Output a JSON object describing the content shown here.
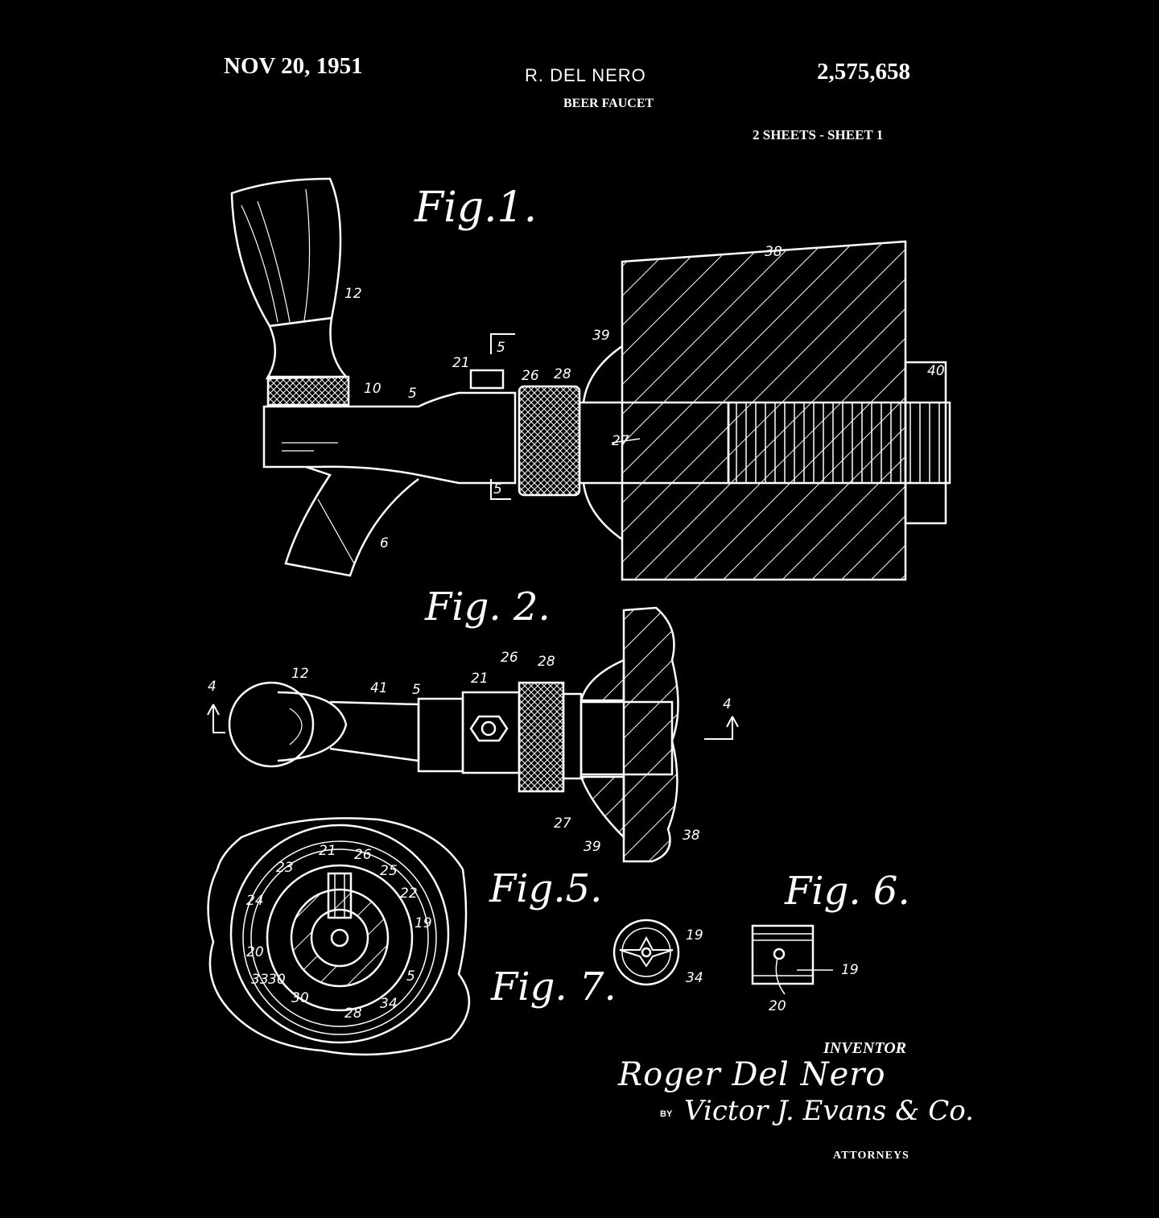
{
  "header": {
    "date": "NOV 20, 1951",
    "inventor_name": "R. DEL NERO",
    "title": "BEER FAUCET",
    "patent_number": "2,575,658",
    "sheets": "2 SHEETS - SHEET 1"
  },
  "figures": {
    "fig1": "Fig.1.",
    "fig2": "Fig. 2.",
    "fig5": "Fig.5.",
    "fig6": "Fig. 6.",
    "fig7": "Fig. 7."
  },
  "fig1_labels": {
    "l12": "12",
    "l10": "10",
    "l5": "5",
    "l21": "21",
    "l26": "26",
    "l28": "28",
    "l39": "39",
    "l38": "38",
    "l40": "40",
    "l27": "27",
    "l6": "6",
    "s5a": "5",
    "s5b": "5"
  },
  "fig2_labels": {
    "l4a": "4",
    "l12": "12",
    "l41": "41",
    "l5": "5",
    "l21": "21",
    "l26": "26",
    "l28": "28",
    "l4b": "4",
    "l27": "27",
    "l39": "39",
    "l38": "38"
  },
  "fig5_labels": {
    "l21": "21",
    "l26": "26",
    "l23": "23",
    "l25": "25",
    "l24": "24",
    "l22": "22",
    "l19": "19",
    "l20": "20",
    "l33": "33",
    "l30a": "30",
    "l30b": "30",
    "l5": "5",
    "l28": "28",
    "l34": "34"
  },
  "fig7_labels": {
    "l19": "19",
    "l34": "34"
  },
  "fig6_labels": {
    "l19": "19",
    "l20": "20"
  },
  "footer": {
    "inventor_label": "INVENTOR",
    "signature": "Roger Del Nero",
    "by": "BY",
    "attorney_signature": "Victor J. Evans & Co.",
    "attorneys_label": "ATTORNEYS"
  }
}
